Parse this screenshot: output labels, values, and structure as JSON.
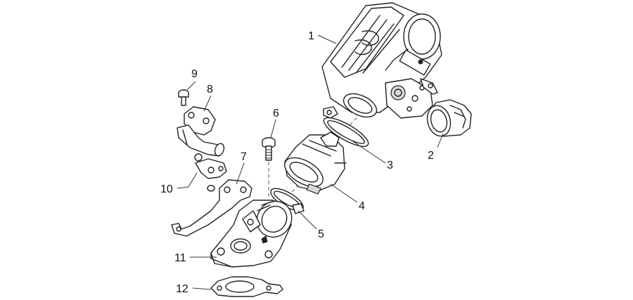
{
  "diagram": {
    "callouts": [
      {
        "id": "1",
        "label": "1"
      },
      {
        "id": "2",
        "label": "2"
      },
      {
        "id": "3",
        "label": "3"
      },
      {
        "id": "4",
        "label": "4"
      },
      {
        "id": "5",
        "label": "5"
      },
      {
        "id": "6",
        "label": "6"
      },
      {
        "id": "7",
        "label": "7"
      },
      {
        "id": "8",
        "label": "8"
      },
      {
        "id": "9",
        "label": "9"
      },
      {
        "id": "10",
        "label": "10"
      },
      {
        "id": "11",
        "label": "11"
      },
      {
        "id": "12",
        "label": "12"
      }
    ]
  }
}
